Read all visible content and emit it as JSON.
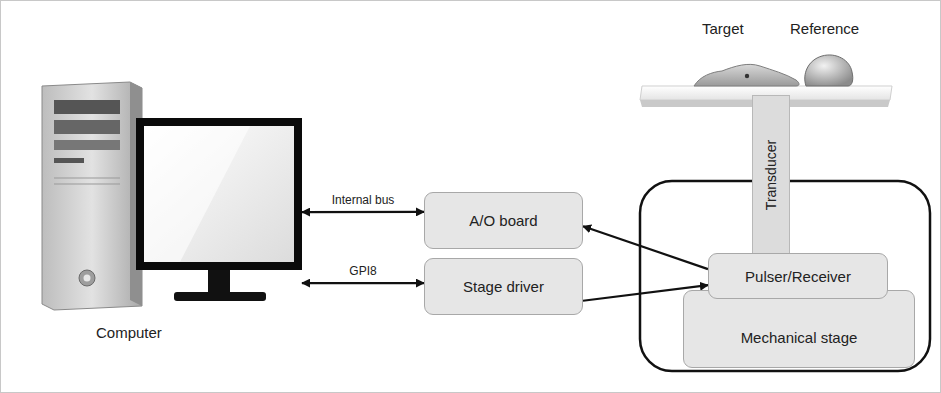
{
  "diagram": {
    "nodes": [
      {
        "text": [
          "Computer"
        ]
      },
      {
        "text": [
          "A/O board"
        ]
      },
      {
        "text": [
          "Stage driver"
        ]
      },
      {
        "text": [
          "Pulser/Receiver"
        ]
      },
      {
        "text": [
          "Mechanical stage"
        ]
      },
      {
        "text": [
          "Transducer"
        ]
      }
    ],
    "edges": [
      {
        "from": 0,
        "to": 1,
        "label": "Internal bus",
        "arrow": "both"
      },
      {
        "from": 0,
        "to": 2,
        "label": "GPI8",
        "arrow": "both"
      },
      {
        "from": 3,
        "to": 1,
        "arrow": "to"
      },
      {
        "from": 2,
        "to": 3,
        "arrow": "to"
      }
    ],
    "labels": [
      "Target",
      "Reference"
    ]
  }
}
